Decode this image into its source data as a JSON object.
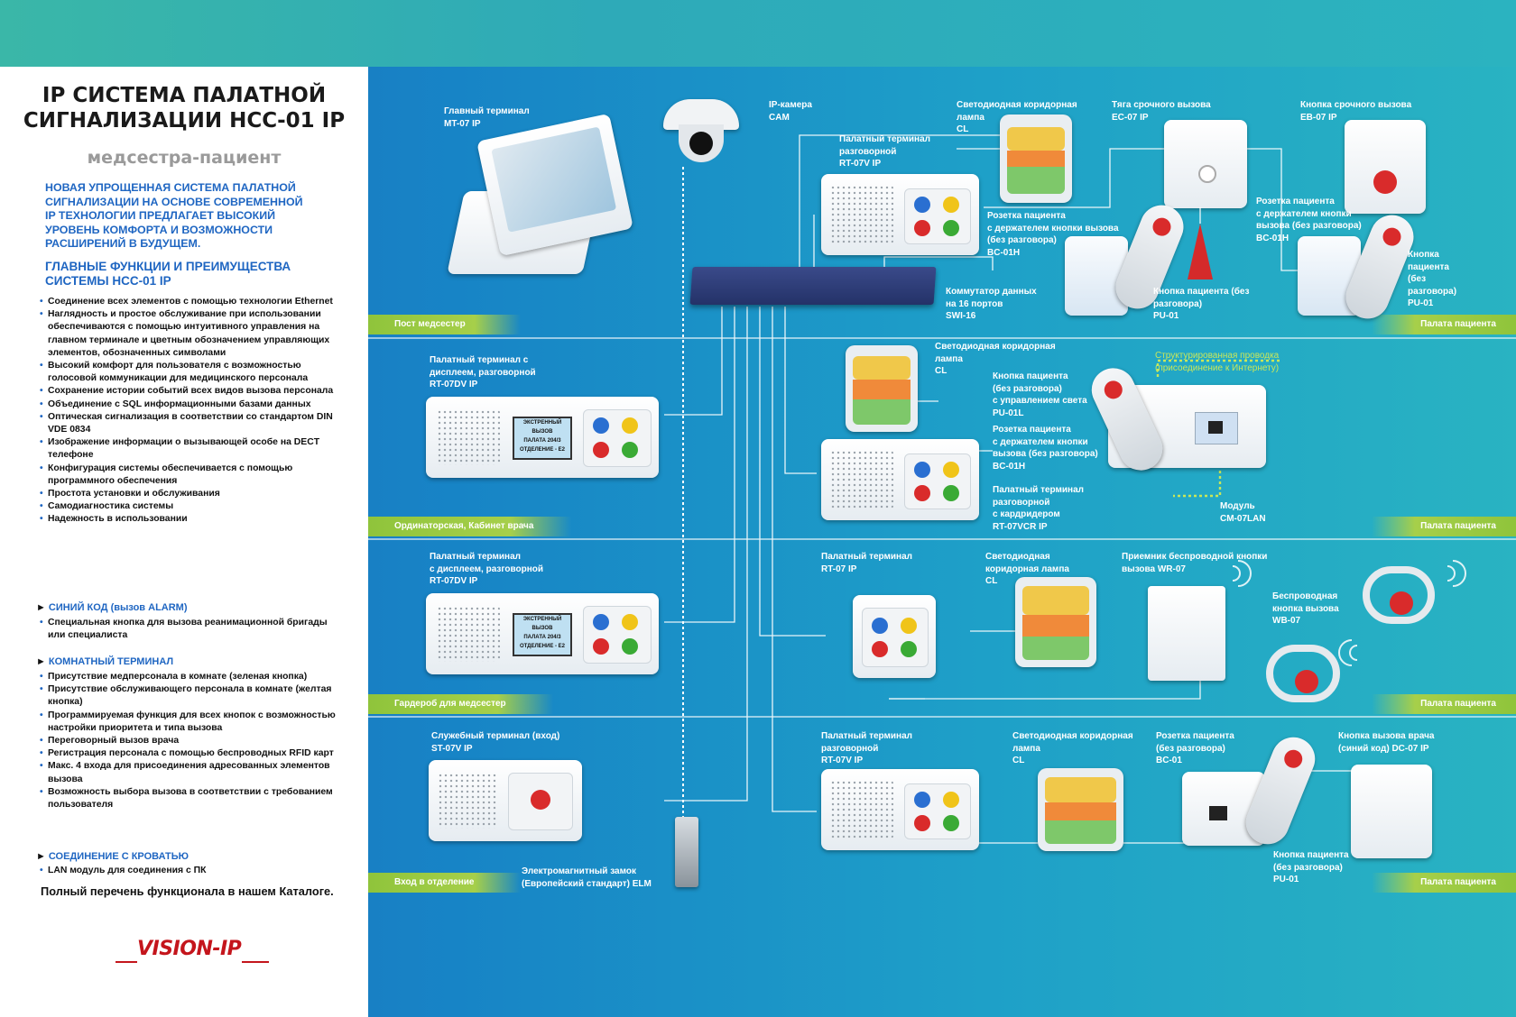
{
  "left_panel": {
    "title_line1": "IP  СИСТЕМА ПАЛАТНОЙ",
    "title_line2": "СИГНАЛИЗАЦИИ  НСС-01 IP",
    "subtitle": "медсестра-пациент",
    "intro": "НОВАЯ УПРОЩЕННАЯ СИСТЕМА ПАЛАТНОЙ СИГНАЛИЗАЦИИ НА ОСНОВЕ СОВРЕМЕННОЙ IP  ТЕХНОЛОГИИ ПРЕДЛАГАЕТ ВЫСОКИЙ УРОВЕНЬ КОМФОРТА И ВОЗМОЖНОСТИ РАСШИРЕНИЙ В БУДУЩЕМ.",
    "features_heading": "ГЛАВНЫЕ ФУНКЦИИ И ПРЕИМУЩЕСТВА СИСТЕМЫ НСС-01 IP",
    "features": [
      "Соединение всех элементов с помощью технологии Ethernet",
      "Наглядность и простое обслуживание при использовании обеспечиваются с помощью интуитивного управления на главном терминале и цветным обозначением управляющих элементов, обозначенных символами",
      "Высокий комфорт для пользователя с возможностью голосовой коммуникации для медицинского персонала",
      "Сохранение истории событий всех видов вызова персонала",
      "Объединение с SQL информационными базами данных",
      "Оптическая сигнализация в соответствии со стандартом DIN VDE 0834",
      "Изображение информации о вызывающей особе на DECT телефоне",
      "Конфигурация системы обеспечивается с помощью программного обеспечения",
      "Простота установки и обслуживания",
      "Самодиагностика системы",
      "Надежность в использовании"
    ],
    "blue_code_heading": "СИНИЙ КОД (вызов ALARM)",
    "blue_code_items": [
      "Специальная кнопка для вызова реанимационной бригады или специалиста"
    ],
    "room_terminal_heading": "КОМНАТНЫЙ ТЕРМИНАЛ",
    "room_terminal_items": [
      "Присутствие медперсонала в комнате (зеленая кнопка)",
      "Присутствие обслуживающего персонала в комнате (желтая кнопка)",
      "Программируемая функция для всех кнопок с возможностью настройки приоритета и типа вызова",
      "Переговорный вызов врача",
      "Регистрация персонала с помощью беспроводных RFID карт",
      "Макс. 4 входа для присоединения адресованных элементов вызова",
      "Возможность выбора вызова в соответствии с требованием пользователя"
    ],
    "bed_heading": "СОЕДИНЕНИЕ С КРОВАТЬЮ",
    "bed_items": [
      "LAN модуль для соединения с ПК"
    ],
    "catalog_note": "Полный перечень функционала в нашем Каталоге.",
    "logo": "VISION-IP"
  },
  "zones": {
    "row1_left": "Пост медсестер",
    "row1_right": "Палата пациента",
    "row2_left": "Ординаторская, Кабинет врача",
    "row2_right": "Палата пациента",
    "row3_left": "Гардероб для медсестер",
    "row3_right": "Палата пациента",
    "row4_left": "Вход в отделение",
    "row4_right": "Палата пациента"
  },
  "labels": {
    "main_terminal": [
      "Главный терминал",
      "MT-07 IP"
    ],
    "ip_camera": [
      "IP-камера",
      "CAM"
    ],
    "rt07v_1": [
      "Палатный терминал",
      "разговорной",
      "RT-07V IP"
    ],
    "cl_1": [
      "Светодиодная коридорная",
      "лампа",
      "CL"
    ],
    "ec07": [
      "Тяга срочного вызова",
      "EC-07 IP"
    ],
    "eb07": [
      "Кнопка срочного вызова",
      "EB-07 IP"
    ],
    "bc01h_1": [
      "Розетка пациента",
      "с держателем кнопки вызова",
      "(без разговора)",
      "BC-01H"
    ],
    "bc01h_2": [
      "Розетка пациента",
      "с держателем кнопки",
      "вызова  (без разговора)",
      "BC-01H"
    ],
    "switch": [
      "Коммутатор данных",
      "на 16 портов",
      "SWI-16"
    ],
    "pu01_1": [
      "Кнопка пациента (без",
      "разговора)",
      "PU-01"
    ],
    "pu01_2": [
      "Кнопка",
      "пациента",
      "(без",
      "разговора)",
      "PU-01"
    ],
    "rt07dv_1": [
      "Палатный терминал с",
      "дисплеем, разговорной",
      "RT-07DV IP"
    ],
    "cl_2": [
      "Светодиодная коридорная",
      "лампа",
      "CL"
    ],
    "pu01l": [
      "Кнопка пациента",
      "(без разговора)",
      "с управлением света",
      "PU-01L"
    ],
    "structured": [
      "Структурированная проводка",
      "(присоединение к Интернету)"
    ],
    "bc01h_3": [
      "Розетка пациента",
      "с держателем кнопки",
      "вызова  (без разговора)",
      "BC-01H"
    ],
    "rt07vcr": [
      "Палатный терминал",
      "разговорной",
      "с кардридером",
      "RT-07VCR IP"
    ],
    "cm07lan": [
      "Модуль",
      "CM-07LAN"
    ],
    "rt07dv_2": [
      "Палатный терминал",
      "с дисплеем, разговорной",
      "RT-07DV IP"
    ],
    "rt07": [
      "Палатный терминал",
      "RT-07 IP"
    ],
    "cl_3": [
      "Светодиодная",
      "коридорная лампа",
      "CL"
    ],
    "wr07": [
      "Приемник беспроводной  кнопки",
      "вызова   WR-07"
    ],
    "wb07": [
      "Беспроводная",
      "кнопка вызова",
      "WB-07"
    ],
    "st07v": [
      "Служебный терминал (вход)",
      "ST-07V IP"
    ],
    "rt07v_2": [
      "Палатный терминал",
      "разговорной",
      "RT-07V IP"
    ],
    "cl_4": [
      "Светодиодная коридорная",
      "лампа",
      "CL"
    ],
    "bc01": [
      "Розетка пациента",
      "(без разговора)",
      "BC-01"
    ],
    "dc07": [
      "Кнопка вызова врача",
      "(синий код) DC-07 IP"
    ],
    "elm": [
      "Электромагнитный замок",
      "(Европейский стандарт)  ELM"
    ],
    "pu01_3": [
      "Кнопка пациента",
      "(без разговора)",
      "PU-01"
    ]
  },
  "screen_text": {
    "line1": "ЭКСТРЕННЫЙ ВЫЗОВ",
    "line2": "ПАЛАТА  204/3",
    "line3": "ОТДЕЛЕНИЕ - E2"
  }
}
